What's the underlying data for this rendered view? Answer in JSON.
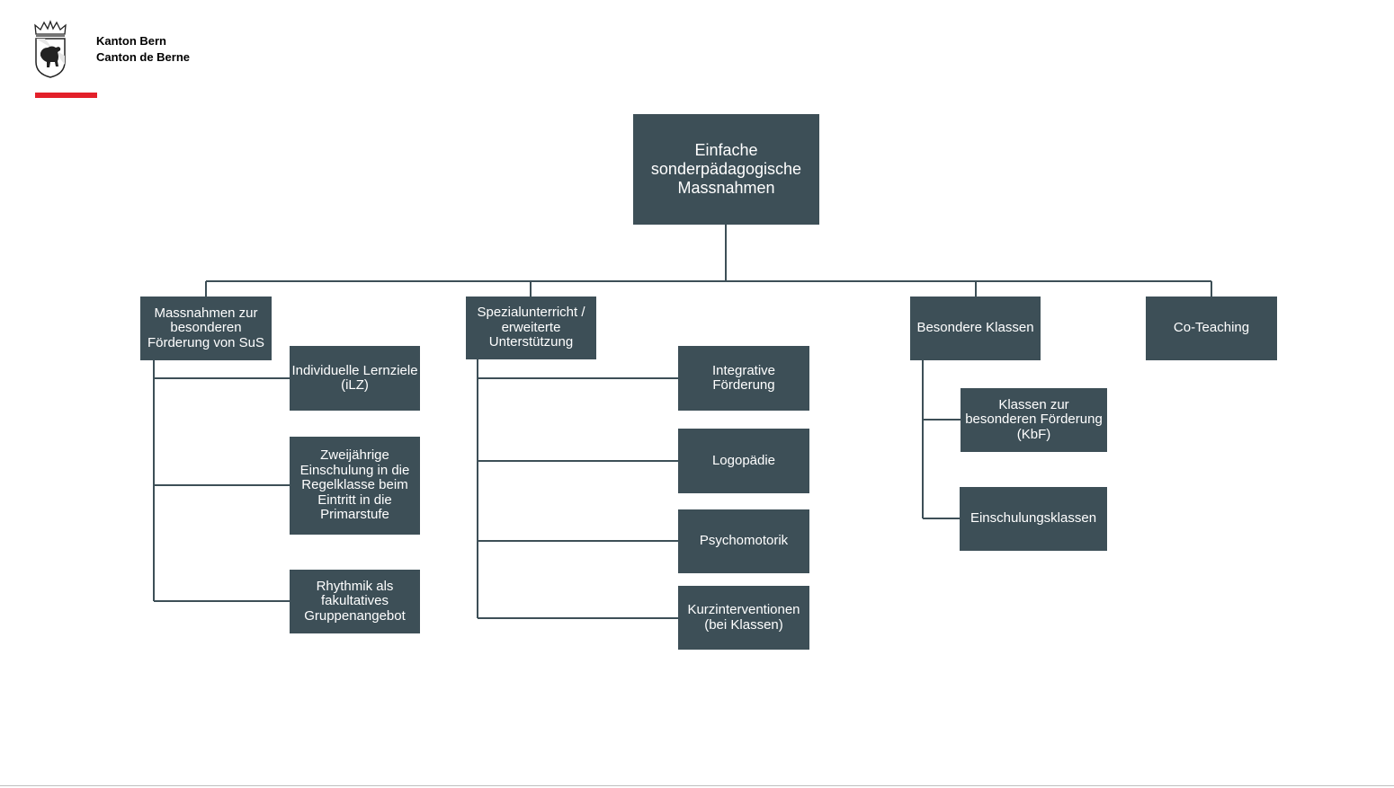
{
  "header": {
    "line1": "Kanton Bern",
    "line2": "Canton de Berne",
    "logo_icon": "bern-coat-of-arms-icon",
    "accent_color": "#e3202a"
  },
  "colors": {
    "box_fill": "#3d4f57",
    "connector": "#3d4f57",
    "box_text": "#ffffff"
  },
  "diagram": {
    "root": {
      "label": "Einfache sonderpädagogische Massnahmen"
    },
    "branches": [
      {
        "label": "Massnahmen zur besonderen Förderung von SuS",
        "children": [
          {
            "label": "Individuelle Lernziele (iLZ)"
          },
          {
            "label": "Zweijährige Einschulung in die Regelklasse beim Eintritt in die Primarstufe"
          },
          {
            "label": "Rhythmik als fakultatives Gruppenangebot"
          }
        ]
      },
      {
        "label": "Spezialunterricht / erweiterte Unterstützung",
        "children": [
          {
            "label": "Integrative Förderung"
          },
          {
            "label": "Logopädie"
          },
          {
            "label": "Psychomotorik"
          },
          {
            "label": "Kurzinterventionen (bei Klassen)"
          }
        ]
      },
      {
        "label": "Besondere Klassen",
        "children": [
          {
            "label": "Klassen zur besonderen Förderung (KbF)"
          },
          {
            "label": "Einschulungsklassen"
          }
        ]
      },
      {
        "label": "Co-Teaching",
        "children": []
      }
    ]
  }
}
